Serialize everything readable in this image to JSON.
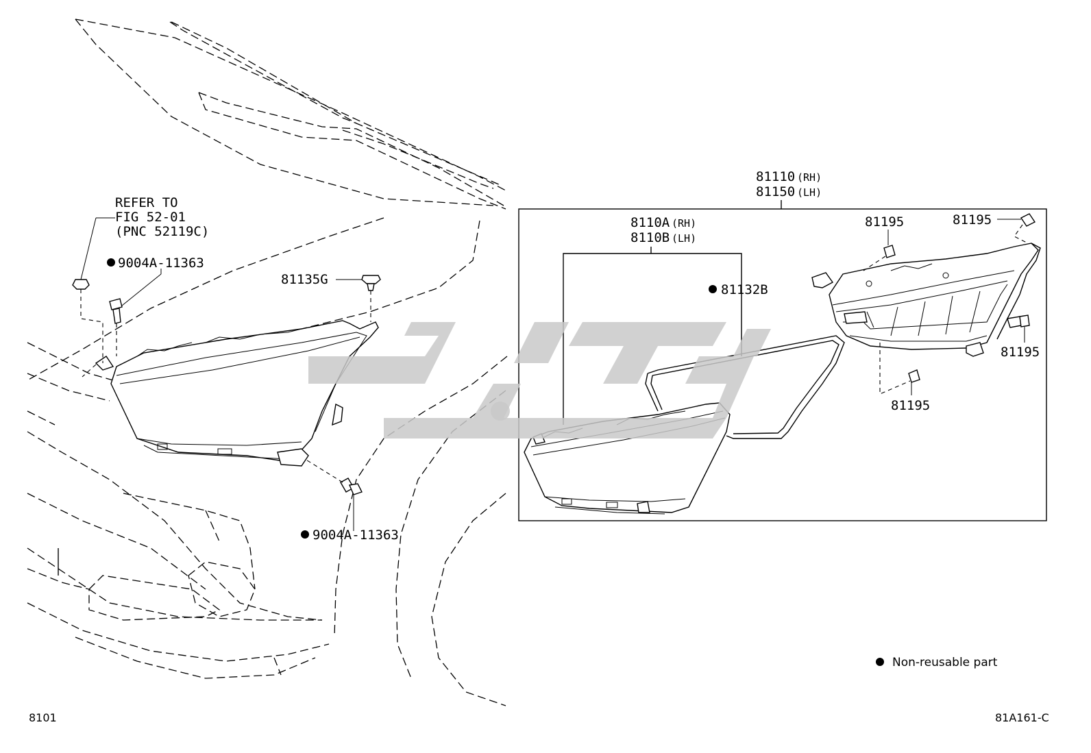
{
  "diagram": {
    "refer": {
      "line1": "REFER TO",
      "line2": "FIG 52-01",
      "line3": "(PNC 52119C)"
    },
    "labels": {
      "bolt_upper": "9004A-11363",
      "bolt_lower": "9004A-11363",
      "clip": "81135G",
      "assy_rh": "81110",
      "assy_rh_side": "(RH)",
      "assy_lh": "81150",
      "assy_lh_side": "(LH)",
      "unit_rh": "8110A",
      "unit_rh_side": "(RH)",
      "unit_lh": "8110B",
      "unit_lh_side": "(LH)",
      "gasket": "81132B",
      "screw_top": "81195",
      "screw_top_right": "81195",
      "screw_right": "81195",
      "screw_bottom": "81195"
    },
    "legend": {
      "non_reusable": "Non-reusable part"
    },
    "footer": {
      "page_code": "8101",
      "figure_code": "81A161-C"
    },
    "icons": {
      "non_reusable_marker": "filled-circle-icon"
    }
  }
}
